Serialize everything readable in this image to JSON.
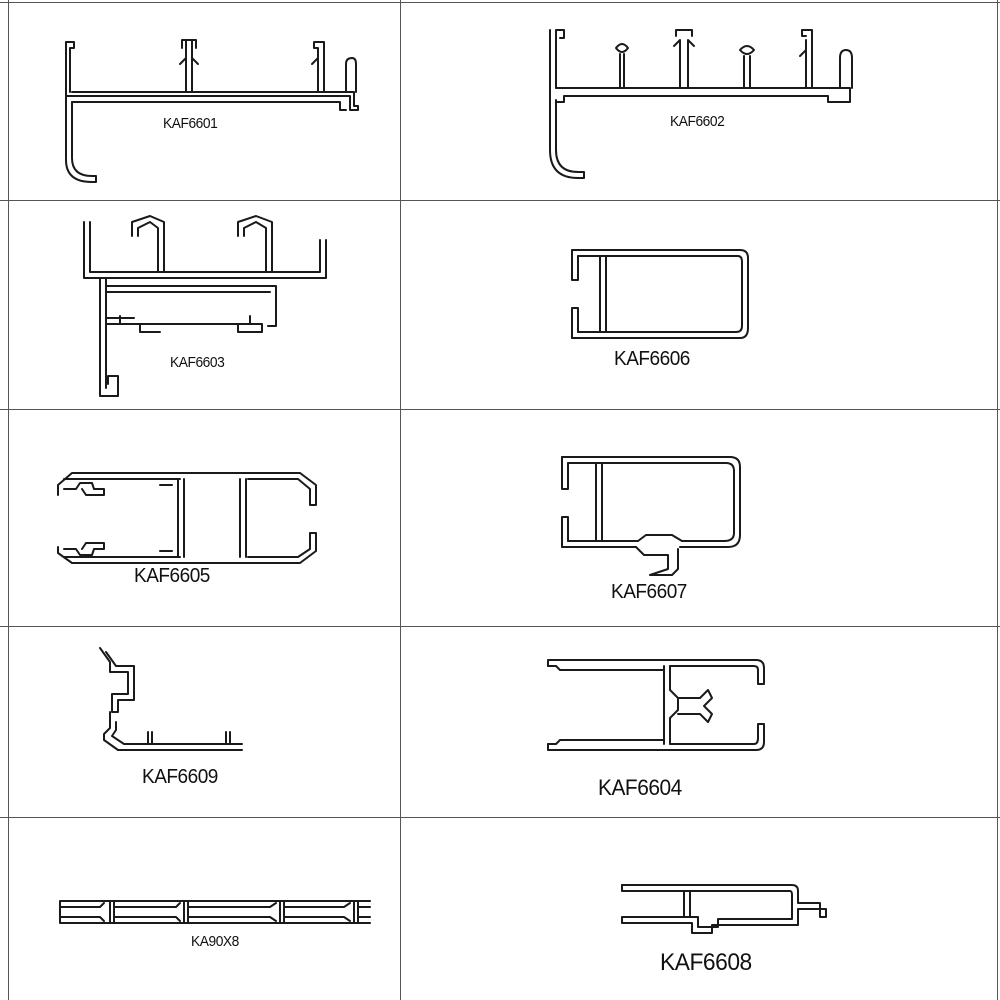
{
  "catalog": {
    "profiles": [
      {
        "code": "KAF6601"
      },
      {
        "code": "KAF6602"
      },
      {
        "code": "KAF6603"
      },
      {
        "code": "KAF6606"
      },
      {
        "code": "KAF6605"
      },
      {
        "code": "KAF6607"
      },
      {
        "code": "KAF6609"
      },
      {
        "code": "KAF6604"
      },
      {
        "code": "KA90X8"
      },
      {
        "code": "KAF6608"
      }
    ]
  },
  "colors": {
    "line": "#555555",
    "profile_stroke": "#1a1a1a",
    "text": "#111111",
    "background": "#ffffff"
  }
}
